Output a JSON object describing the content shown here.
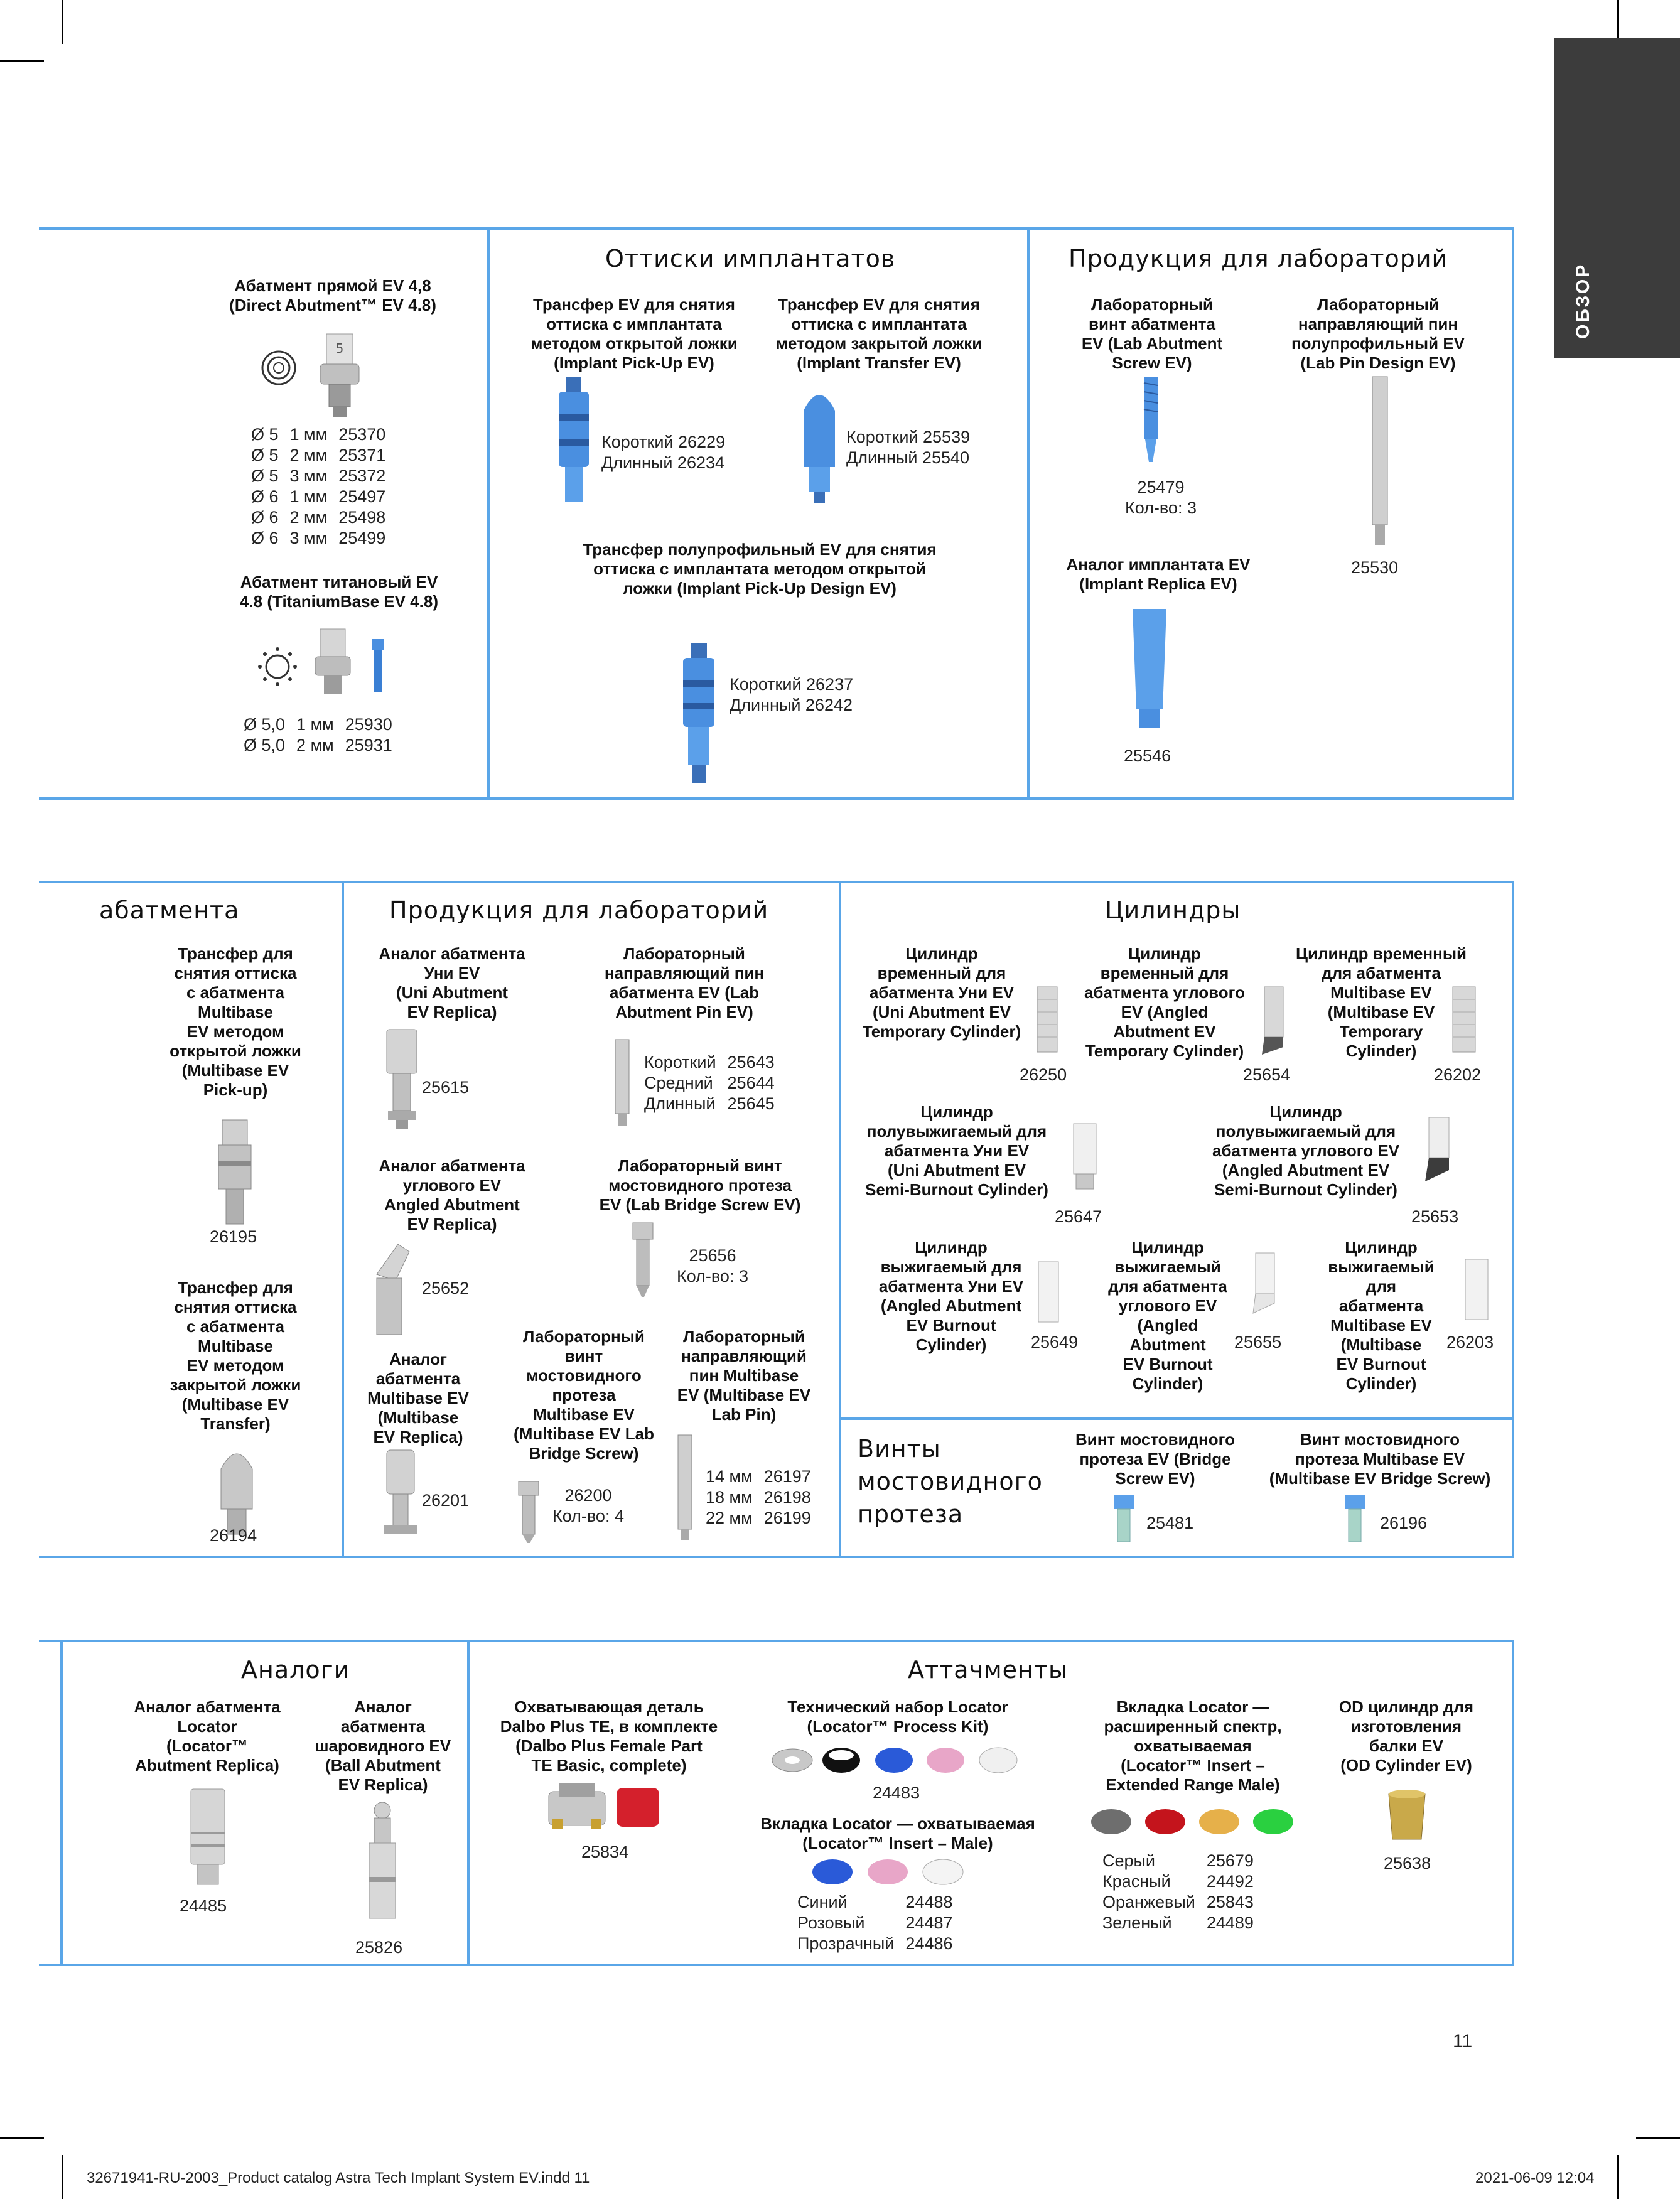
{
  "side_tab": "ОБЗОР",
  "page_number": "11",
  "footer": {
    "left": "32671941-RU-2003_Product catalog Astra Tech Implant System EV.indd   11",
    "right": "2021-06-09   12:04"
  },
  "colors": {
    "frame": "#5aa6e8",
    "tab": "#3c3c3c",
    "implant_blue": "#4a8fe0",
    "titanium": "#c8c8c8"
  },
  "section1": {
    "direct_abutment": {
      "label": "Абатмент прямой EV 4,8\n(Direct Abutment™ EV 4.8)",
      "rows": [
        [
          "Ø 5",
          "1 мм",
          "25370"
        ],
        [
          "Ø 5",
          "2 мм",
          "25371"
        ],
        [
          "Ø 5",
          "3 мм",
          "25372"
        ],
        [
          "Ø 6",
          "1 мм",
          "25497"
        ],
        [
          "Ø 6",
          "2 мм",
          "25498"
        ],
        [
          "Ø 6",
          "3 мм",
          "25499"
        ]
      ]
    },
    "titanium_base": {
      "label": "Абатмент титановый EV\n4.8 (TitaniumBase EV 4.8)",
      "rows": [
        [
          "Ø 5,0",
          "1 мм",
          "25930"
        ],
        [
          "Ø 5,0",
          "2 мм",
          "25931"
        ]
      ]
    },
    "impressions_title": "Оттиски имплантатов",
    "pickup": {
      "label": "Трансфер EV для снятия\nоттиска с имплантата\nметодом открытой ложки\n(Implant Pick-Up EV)",
      "codes": "Короткий 26229\nДлинный 26234"
    },
    "transfer": {
      "label": "Трансфер EV для снятия\nоттиска с имплантата\nметодом закрытой ложки\n(Implant Transfer EV)",
      "codes": "Короткий 25539\nДлинный 25540"
    },
    "pickup_design": {
      "label": "Трансфер полупрофильный EV для снятия\nоттиска с имплантата методом открытой\nложки (Implant Pick-Up Design EV)",
      "codes": "Короткий 26237\nДлинный 26242"
    },
    "lab_title": "Продукция для лабораторий",
    "lab_screw": {
      "label": "Лабораторный\nвинт абатмента\nEV (Lab Abutment\nScrew EV)",
      "codes": "25479\nКол-во: 3"
    },
    "lab_pin": {
      "label": "Лабораторный\nнаправляющий пин\nполупрофильный EV\n(Lab Pin Design EV)",
      "codes": "25530"
    },
    "implant_replica": {
      "label": "Аналог имплантата EV\n(Implant Replica EV)",
      "codes": "25546"
    }
  },
  "section2": {
    "abutment_title": "абатмента",
    "mb_pickup": {
      "label": "Трансфер для\nснятия оттиска\nс абатмента\nMultibase\nEV методом\nоткрытой ложки\n(Multibase EV\nPick-up)",
      "codes": "26195"
    },
    "mb_transfer": {
      "label": "Трансфер для\nснятия оттиска\nс абатмента\nMultibase\nEV методом\nзакрытой ложки\n(Multibase EV\nTransfer)",
      "codes": "26194"
    },
    "lab_title": "Продукция для лабораторий",
    "uni_replica": {
      "label": "Аналог абатмента\nУни EV\n(Uni Abutment\nEV Replica)",
      "codes": "25615"
    },
    "lab_abutment_pin": {
      "label": "Лабораторный\nнаправляющий пин\nабатмента EV (Lab\nAbutment Pin EV)",
      "rows": [
        [
          "Короткий",
          "25643"
        ],
        [
          "Средний",
          "25644"
        ],
        [
          "Длинный",
          "25645"
        ]
      ]
    },
    "angled_replica": {
      "label": "Аналог абатмента\nуглового EV\nAngled Abutment\nEV Replica)",
      "codes": "25652"
    },
    "lab_bridge_screw": {
      "label": "Лабораторный винт\nмостовидного протеза\nEV (Lab Bridge Screw EV)",
      "codes": "25656\nКол-во: 3"
    },
    "mb_replica": {
      "label": "Аналог\nабатмента\nMultibase EV\n(Multibase\nEV Replica)",
      "codes": "26201"
    },
    "mb_lab_bridge_screw": {
      "label": "Лабораторный\nвинт\nмостовидного\nпротеза\nMultibase EV\n(Multibase EV Lab\nBridge Screw)",
      "codes": "26200\nКол-во: 4"
    },
    "mb_lab_pin": {
      "label": "Лабораторный\nнаправляющий\nпин Multibase\nEV (Multibase EV\nLab Pin)",
      "rows": [
        [
          "14 мм",
          "26197"
        ],
        [
          "18 мм",
          "26198"
        ],
        [
          "22 мм",
          "26199"
        ]
      ]
    },
    "cyl_title": "Цилиндры",
    "cyl_uni_temp": {
      "label": "Цилиндр\nвременный для\nабатмента Уни EV\n(Uni Abutment EV\nTemporary Cylinder)",
      "codes": "26250"
    },
    "cyl_angled_temp": {
      "label": "Цилиндр\nвременный для\nабатмента углового\nEV (Angled\nAbutment EV\nTemporary Cylinder)",
      "codes": "25654"
    },
    "cyl_mb_temp": {
      "label": "Цилиндр временный\nдля абатмента\nMultibase EV\n(Multibase EV\nTemporary\nCylinder)",
      "codes": "26202"
    },
    "cyl_uni_semi": {
      "label": "Цилиндр\nполувыжигаемый для\nабатмента Уни EV\n(Uni Abutment EV\nSemi-Burnout Cylinder)",
      "codes": "25647"
    },
    "cyl_angled_semi": {
      "label": "Цилиндр\nполувыжигаемый для\nабатмента углового EV\n(Angled Abutment EV\nSemi-Burnout Cylinder)",
      "codes": "25653"
    },
    "cyl_uni_burn": {
      "label": "Цилиндр\nвыжигаемый для\nабатмента Уни EV\n(Angled Abutment\nEV Burnout\nCylinder)",
      "codes": "25649"
    },
    "cyl_angled_burn": {
      "label": "Цилиндр\nвыжигаемый\nдля абатмента\nуглового EV\n(Angled\nAbutment\nEV Burnout\nCylinder)",
      "codes": "25655"
    },
    "cyl_mb_burn": {
      "label": "Цилиндр\nвыжигаемый\nдля\nабатмента\nMultibase EV\n(Multibase\nEV Burnout\nCylinder)",
      "codes": "26203"
    },
    "screws_title": "Винты\nмостовидного\nпротеза",
    "bridge_screw": {
      "label": "Винт мостовидного\nпротеза EV (Bridge\nScrew EV)",
      "codes": "25481"
    },
    "mb_bridge_screw": {
      "label": "Винт мостовидного\nпротеза Multibase EV\n(Multibase EV Bridge Screw)",
      "codes": "26196"
    }
  },
  "section3": {
    "analogs_title": "Аналоги",
    "locator_replica": {
      "label": "Аналог абатмента\nLocator\n(Locator™\nAbutment Replica)",
      "codes": "24485"
    },
    "ball_replica": {
      "label": "Аналог\nабатмента\nшаровидного EV\n(Ball Abutment\nEV Replica)",
      "codes": "25826"
    },
    "attach_title": "Аттачменты",
    "dalbo": {
      "label": "Охватывающая деталь\nDalbo Plus TE, в комплекте\n(Dalbo Plus Female Part\nTE Basic, complete)",
      "codes": "25834"
    },
    "process_kit": {
      "label": "Технический набор Locator\n(Locator™ Process Kit)",
      "codes": "24483"
    },
    "insert_male": {
      "label": "Вкладка Locator — охватываемая\n(Locator™ Insert – Male)",
      "rows": [
        [
          "Синий",
          "24488"
        ],
        [
          "Розовый",
          "24487"
        ],
        [
          "Прозрачный",
          "24486"
        ]
      ]
    },
    "insert_ext": {
      "label": "Вкладка Locator —\nрасширенный спектр,\nохватываемая\n(Locator™ Insert –\nExtended Range Male)",
      "rows": [
        [
          "Серый",
          "25679"
        ],
        [
          "Красный",
          "24492"
        ],
        [
          "Оранжевый",
          "25843"
        ],
        [
          "Зеленый",
          "24489"
        ]
      ]
    },
    "od_cyl": {
      "label": "OD цилиндр для\nизготовления\nбалки EV\n(OD Cylinder EV)",
      "codes": "25638"
    }
  }
}
